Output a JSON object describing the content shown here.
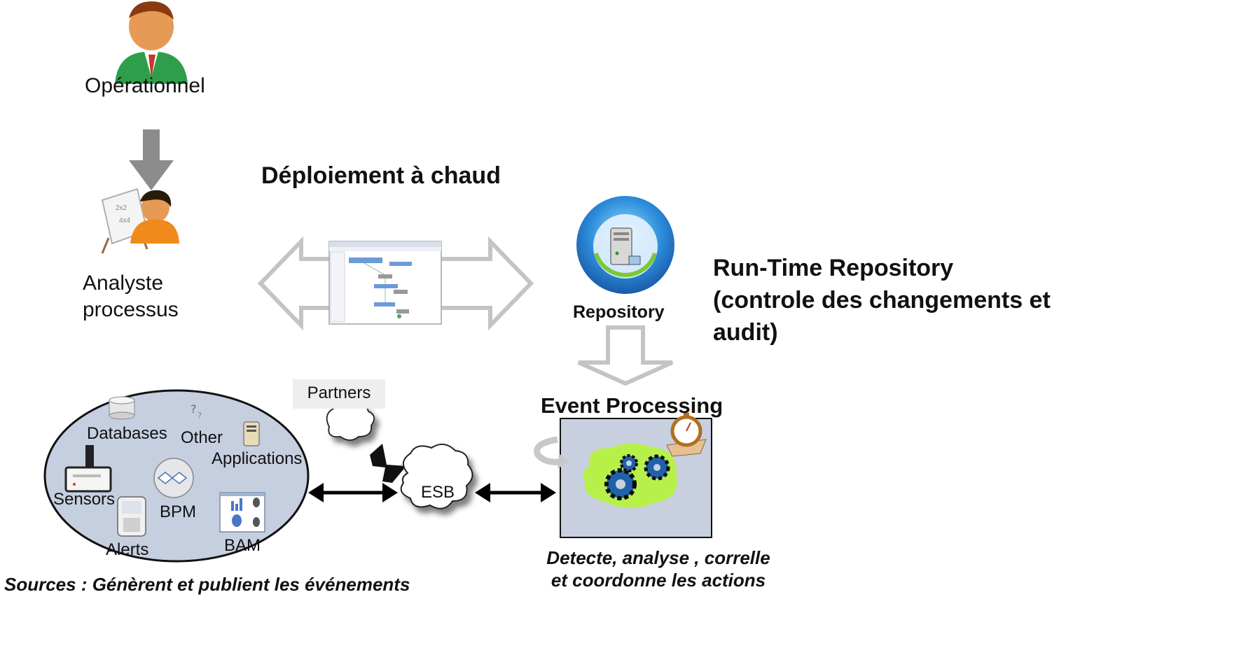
{
  "actors": {
    "operator": {
      "label": "Opérationnel",
      "icon": "businessman-icon"
    },
    "analyst": {
      "label_line1": "Analyste",
      "label_line2": "processus",
      "icon": "teacher-presenter-icon"
    }
  },
  "hot_deploy": {
    "label": "Déploiement à chaud"
  },
  "repository": {
    "icon_label": "Repository",
    "title_line1": "Run-Time Repository",
    "title_line2": "(controle des changements et",
    "title_line3": "audit)"
  },
  "event_processing": {
    "title": "Event Processing",
    "caption_line1": "Detecte, analyse , correlle",
    "caption_line2": "et coordonne les actions"
  },
  "esb": {
    "label": "ESB"
  },
  "partners": {
    "label": "Partners"
  },
  "sources": {
    "items": {
      "databases": "Databases",
      "other": "Other",
      "applications": "Applications",
      "sensors": "Sensors",
      "bpm": "BPM",
      "alerts": "Alerts",
      "bam": "BAM"
    },
    "caption": "Sources : Génèrent et publient les événements"
  },
  "colors": {
    "ellipse_fill": "#c6cfe0",
    "event_box_fill": "#c8cfdf",
    "arrow_gray": "#8c8c8c",
    "outline_gray": "#c4c4c4",
    "repo_blue": "#2a7fd3",
    "gear_green": "#b8f04a"
  }
}
